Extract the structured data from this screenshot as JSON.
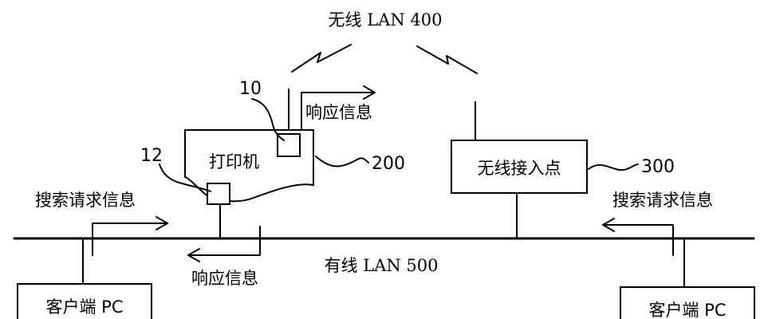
{
  "wireless_lan": "无线 LAN  400",
  "wired_lan": "有线 LAN  500",
  "printer": {
    "label": "打印机",
    "ref": "200",
    "part_a": "10",
    "part_b": "12"
  },
  "access_point": {
    "label": "无线接入点",
    "ref": "300"
  },
  "client_left": {
    "label": "客户端 PC"
  },
  "client_right": {
    "label": "客户端 PC"
  },
  "messages": {
    "response_top": "响应信息",
    "response_bottom": "响应信息",
    "search_left": "搜索请求信息",
    "search_right": "搜索请求信息"
  }
}
